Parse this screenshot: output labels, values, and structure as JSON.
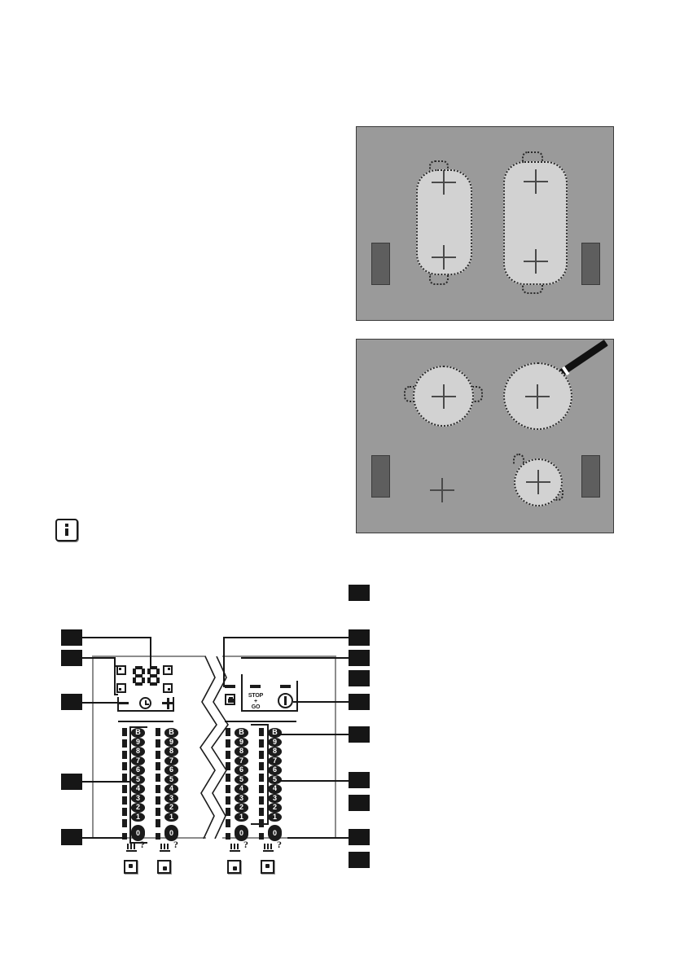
{
  "document": {
    "type": "appliance-instruction-manual-page",
    "subject": "induction hob / cooktop",
    "page_background": "#ffffff"
  },
  "colors": {
    "hob_surface": "#9a9a9a",
    "hob_border": "#3a3a3a",
    "cookware_fill": "#d2d2d2",
    "cookware_outline": "#2b2b2b",
    "knob_fill": "#5e5e5e",
    "callout_marker": "#161616",
    "panel_outline": "#8c8c8c",
    "ink": "#1b1b1b",
    "handle_black": "#111111"
  },
  "illustrations": [
    {
      "id": "hob-oval-cookware",
      "name": "hob with two oval cookware items",
      "caption": "",
      "cookware": [
        {
          "shape": "oval",
          "label": "left oval pan",
          "handles": [
            "top",
            "bottom"
          ],
          "centre_marks": 2
        },
        {
          "shape": "oval",
          "label": "right oval pan",
          "handles": [
            "top",
            "bottom"
          ],
          "centre_marks": 2
        }
      ],
      "cooking_zone_marks": 4,
      "control_knobs": 2
    },
    {
      "id": "hob-round-cookware",
      "name": "hob with round pots and a skillet",
      "caption": "",
      "cookware": [
        {
          "shape": "round",
          "label": "casserole pot with two side handles",
          "handles": [
            "left",
            "right"
          ],
          "centre_marks": 1
        },
        {
          "shape": "round",
          "label": "skillet with long black handle",
          "handles": [
            "top-right-long"
          ],
          "centre_marks": 1
        },
        {
          "shape": "round",
          "label": "small saucepan",
          "handles": [
            "top-left",
            "bottom-right"
          ],
          "centre_marks": 1
        }
      ],
      "empty_zone_marks": 1,
      "control_knobs": 2
    }
  ],
  "info_note": {
    "icon": "info-icon",
    "letter": "i",
    "text": ""
  },
  "control_panel": {
    "title": "",
    "halves": [
      "left",
      "right"
    ],
    "divider": "torn-page-zigzag",
    "timer": {
      "display_value": "88",
      "indicator_squares": [
        "top-left",
        "bottom-left",
        "top-right",
        "bottom-right"
      ],
      "buttons": [
        {
          "name": "timer-minus",
          "glyph": "−"
        },
        {
          "name": "timer-clock",
          "glyph": "clock"
        },
        {
          "name": "timer-plus",
          "glyph": "+"
        }
      ]
    },
    "function_keys": [
      {
        "name": "lock-key",
        "icon": "lock-icon",
        "label": ""
      },
      {
        "name": "stop-go-key",
        "icon": "stop-go-icon",
        "label": "STOP\n+\nGO",
        "line1": "STOP",
        "line2": "+",
        "line3": "GO"
      },
      {
        "name": "power-key",
        "icon": "power-icon",
        "label": ""
      }
    ],
    "heat_slider": {
      "levels": [
        "B",
        "9",
        "8",
        "7",
        "6",
        "5",
        "4",
        "3",
        "2",
        "1"
      ],
      "off_level": "0",
      "boost_label": "B",
      "zones": 4,
      "touch_strip": "dashed-bar"
    },
    "zone_indicators": {
      "heat_symbol": "heating-zone-icon",
      "residual_symbol": "residual-heat-icon",
      "residual_glyph": "?"
    },
    "zone_buttons": [
      {
        "name": "zone-select-button-1",
        "icon": "square-dot-icon"
      },
      {
        "name": "zone-select-button-2",
        "icon": "square-dot-icon"
      },
      {
        "name": "zone-select-button-3",
        "icon": "square-dot-icon"
      },
      {
        "name": "zone-select-button-4",
        "icon": "square-dot-icon"
      }
    ]
  },
  "callouts": {
    "note": "numbered reference markers are redacted as solid black blocks",
    "left_markers": [
      {
        "id": "L1",
        "label": ""
      },
      {
        "id": "L2",
        "label": ""
      },
      {
        "id": "L3",
        "label": ""
      },
      {
        "id": "L4",
        "label": ""
      },
      {
        "id": "L5",
        "label": ""
      }
    ],
    "right_markers": [
      {
        "id": "R1",
        "label": ""
      },
      {
        "id": "R2",
        "label": ""
      },
      {
        "id": "R3",
        "label": ""
      },
      {
        "id": "R4",
        "label": ""
      },
      {
        "id": "R5",
        "label": ""
      },
      {
        "id": "R6",
        "label": ""
      },
      {
        "id": "R7",
        "label": ""
      },
      {
        "id": "R8",
        "label": ""
      },
      {
        "id": "R9",
        "label": ""
      },
      {
        "id": "R10",
        "label": ""
      },
      {
        "id": "R11",
        "label": ""
      }
    ]
  }
}
